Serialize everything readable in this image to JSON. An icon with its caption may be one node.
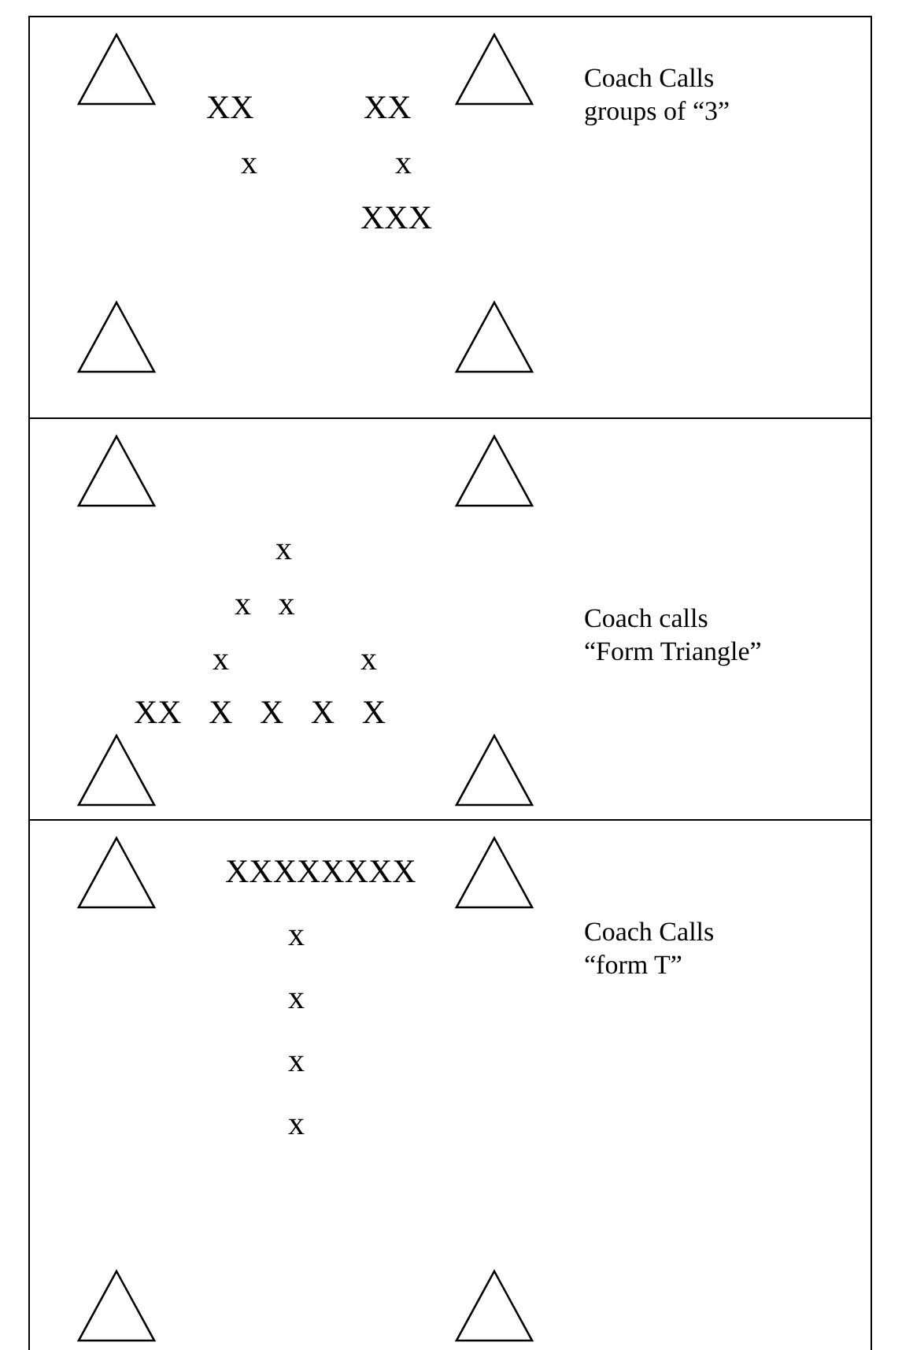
{
  "diagram": {
    "nodes": [
      {
        "text": [
          "XX",
          "XX",
          "x",
          "x",
          "XXX",
          "Coach Calls groups of “3”"
        ]
      },
      {
        "text": [
          "x",
          "x x",
          "x",
          "x",
          "XX X X X X",
          "Coach calls “Form Triangle”"
        ]
      },
      {
        "text": [
          "XXXXXXXX",
          "x",
          "x",
          "x",
          "x",
          "Coach Calls “form T”"
        ]
      }
    ]
  }
}
